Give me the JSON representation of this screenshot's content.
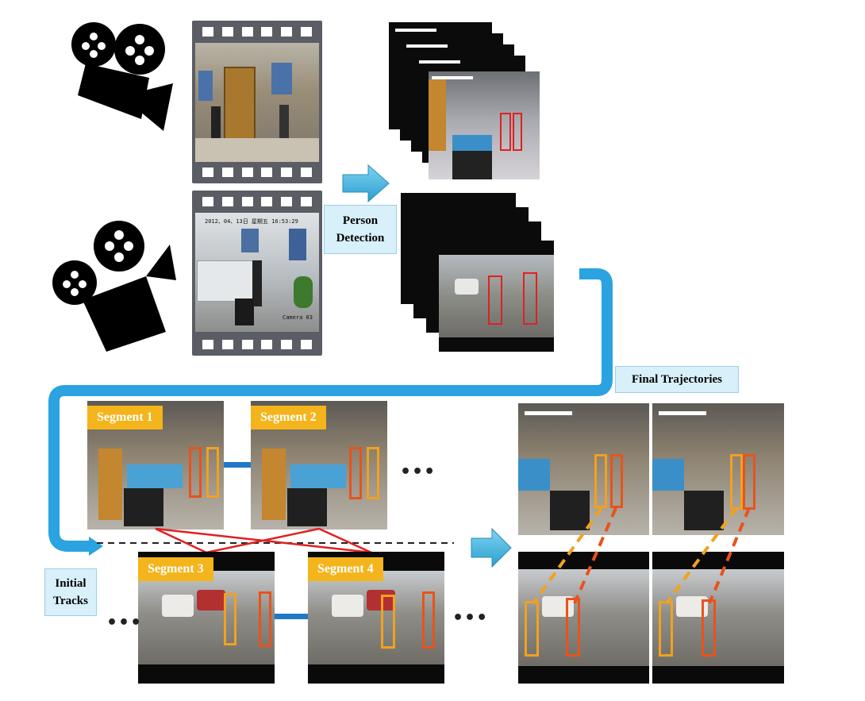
{
  "labels": {
    "person_detection": "Person\nDetection",
    "final_trajectories": "Final Trajectories",
    "initial_tracks": "Initial\nTracks"
  },
  "segments": [
    "Segment 1",
    "Segment 2",
    "Segment 3",
    "Segment 4"
  ],
  "ellipsis": "•••",
  "camera_text": "2012、04、13日 星期五 16:53:29",
  "camera_id": "Camera 03",
  "colors": {
    "accent_blue": "#2aa3e0",
    "segment_tag": "#f4b41b",
    "detection_box": "#e02020",
    "track_orange": "#f2a11f",
    "track_red_orange": "#e8531b",
    "label_bg": "#d8f0fa"
  },
  "icons": [
    "video-camera-icon",
    "film-strip-icon",
    "arrow-right-icon"
  ]
}
